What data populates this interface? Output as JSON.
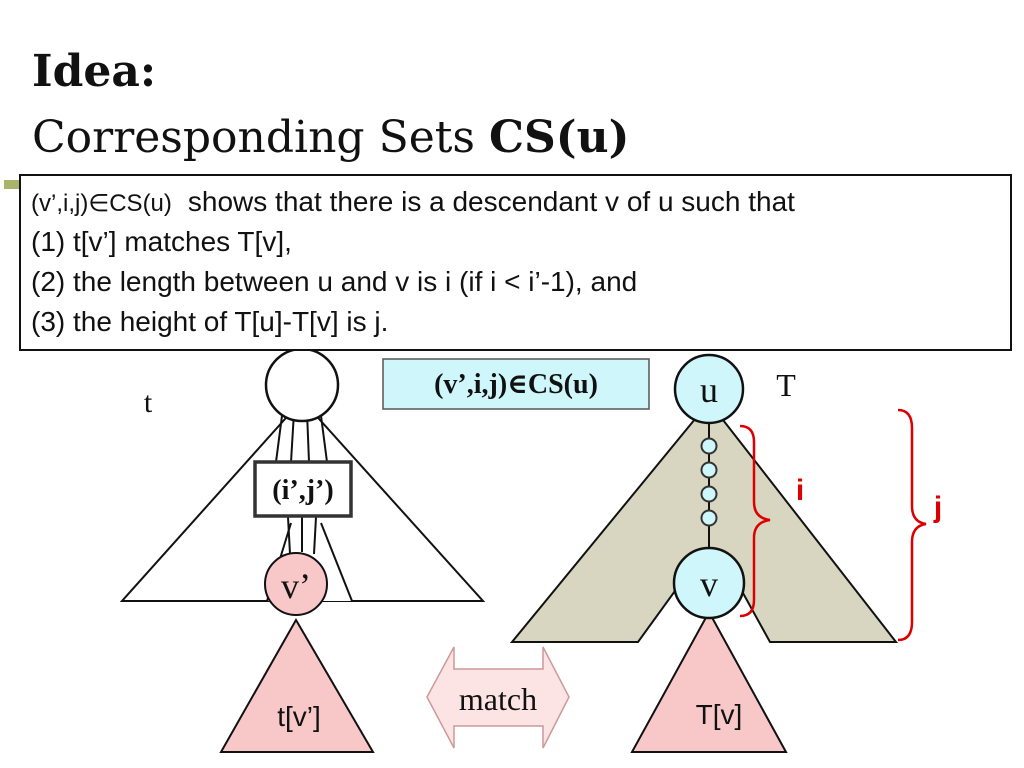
{
  "title": {
    "line1": "Idea:",
    "line2_text": "Corresponding Sets ",
    "line2_bold": "CS(u)"
  },
  "definition": {
    "lead": "(v’,i,j)∈CS(u)",
    "line1": "shows that there is a descendant v of u such that",
    "line2": "(1) t[v’] matches T[v],",
    "line3": "(2) the length between u and v is i (if i < i’-1), and",
    "line4": "(3) the height of T[u]-T[v] is j."
  },
  "left_tree": {
    "label": "t",
    "pair_label": "(i’,j’)",
    "node_label": "v’",
    "subtree_label": "t[v’]"
  },
  "match_label": "match",
  "cs_label": "(v’,i,j)∈CS(u)",
  "right_tree": {
    "label": "T",
    "root_label": "u",
    "node_label": "v",
    "subtree_label": "T[v]",
    "i_label": "i",
    "j_label": "j"
  },
  "colors": {
    "pink": "#f8c8c8",
    "cyan": "#cff7fb",
    "khaki": "#d8d6c0",
    "brace_red": "#dd0000",
    "bullet": "#a9b36a"
  }
}
